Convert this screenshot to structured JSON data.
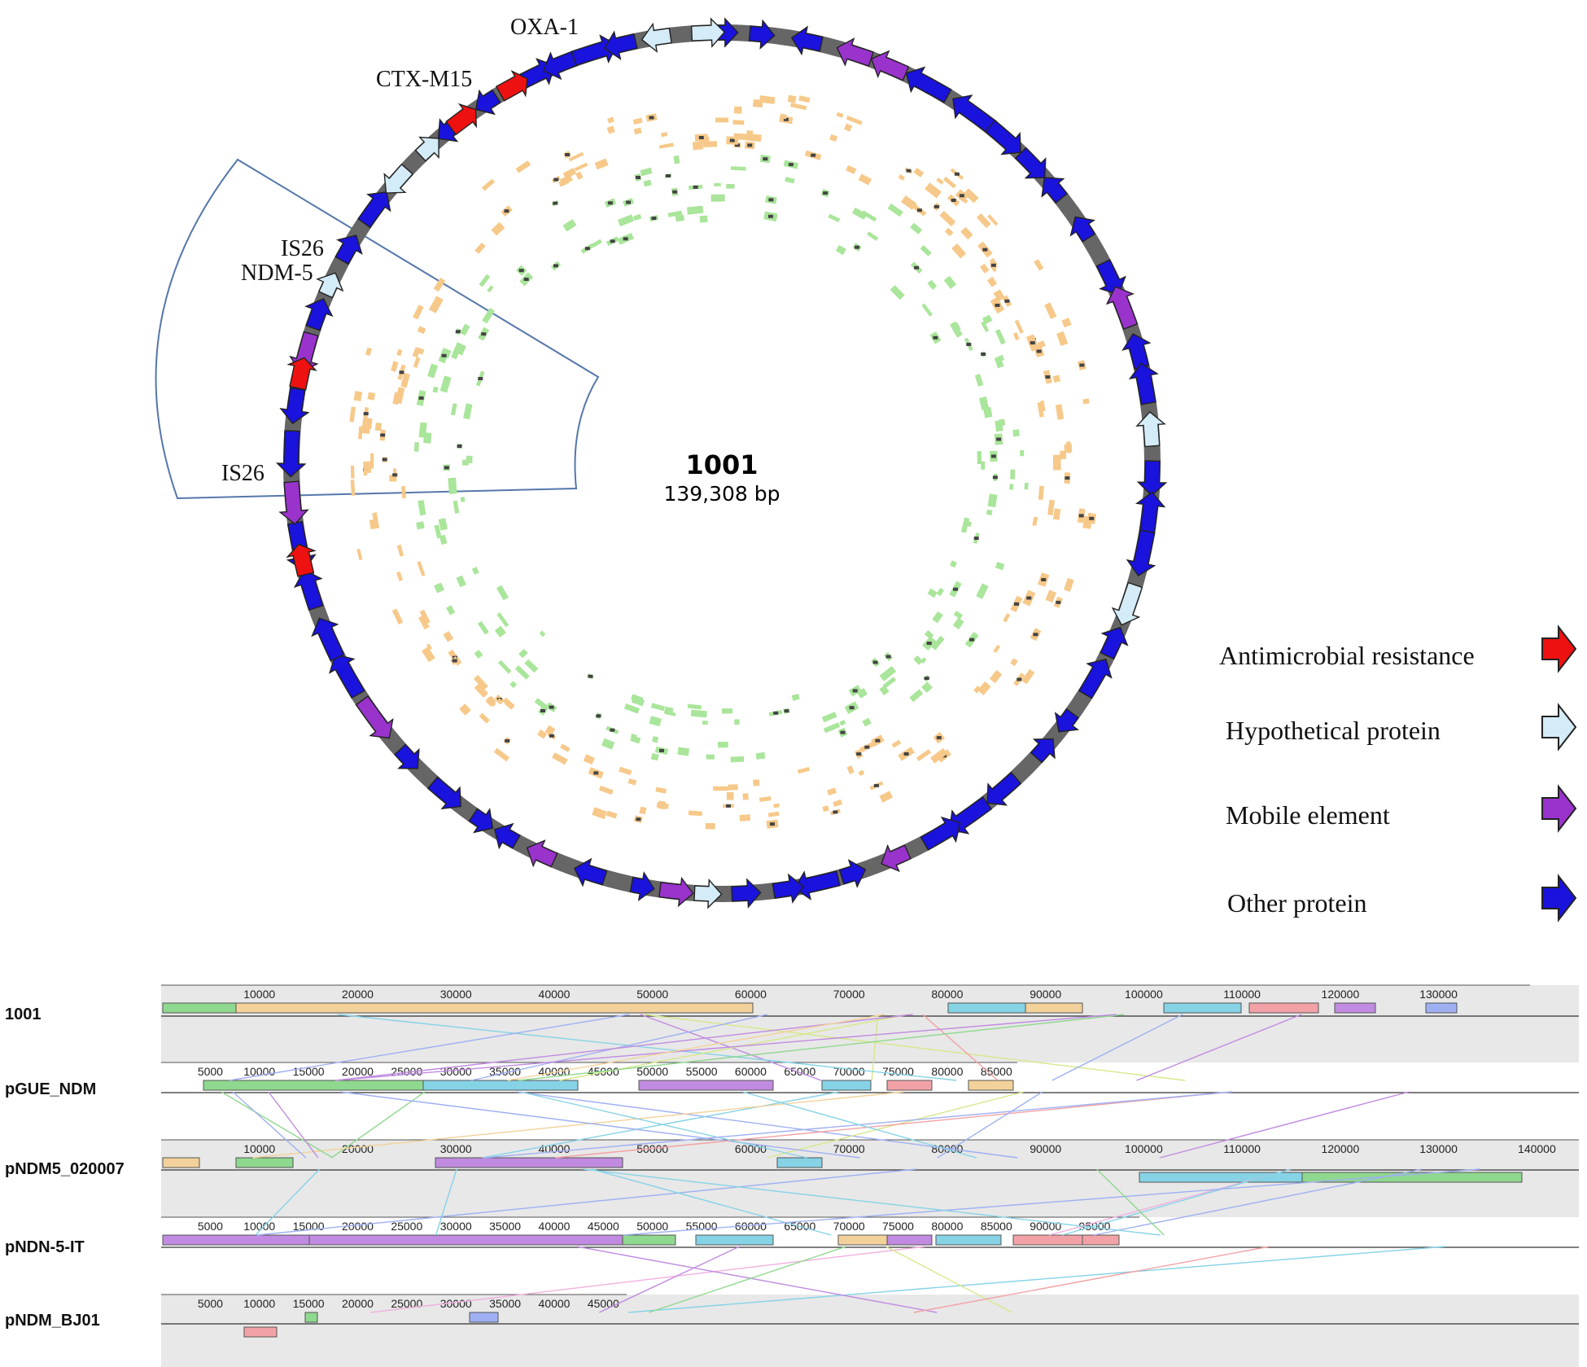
{
  "plasmid_map": {
    "name": "1001",
    "length_label": "139,308 bp",
    "gene_labels": [
      "OXA-1",
      "CTX-M15",
      "IS26",
      "NDM-5",
      "IS26"
    ]
  },
  "legend": {
    "items": [
      {
        "label": "Antimicrobial resistance",
        "color": "#ee1111"
      },
      {
        "label": "Hypothetical protein",
        "color": "#d4ecf7"
      },
      {
        "label": "Mobile element",
        "color": "#9933cc"
      },
      {
        "label": "Other protein",
        "color": "#1a12dd"
      }
    ]
  },
  "alignment": {
    "tracks": [
      {
        "name": "1001",
        "ticks": [
          "10000",
          "20000",
          "30000",
          "40000",
          "50000",
          "60000",
          "70000",
          "80000",
          "90000",
          "100000",
          "110000",
          "120000",
          "130000"
        ]
      },
      {
        "name": "pGUE_NDM",
        "ticks": [
          "5000",
          "10000",
          "15000",
          "20000",
          "25000",
          "30000",
          "35000",
          "40000",
          "45000",
          "50000",
          "55000",
          "60000",
          "65000",
          "70000",
          "75000",
          "80000",
          "85000"
        ]
      },
      {
        "name": "pNDM5_020007",
        "ticks": [
          "10000",
          "20000",
          "30000",
          "40000",
          "50000",
          "60000",
          "70000",
          "80000",
          "90000",
          "100000",
          "110000",
          "120000",
          "130000",
          "140000"
        ]
      },
      {
        "name": "pNDN-5-IT",
        "ticks": [
          "5000",
          "10000",
          "15000",
          "20000",
          "25000",
          "30000",
          "35000",
          "40000",
          "45000",
          "50000",
          "55000",
          "60000",
          "65000",
          "70000",
          "75000",
          "80000",
          "85000",
          "90000",
          "95000"
        ]
      },
      {
        "name": "pNDM_BJ01",
        "ticks": [
          "5000",
          "10000",
          "15000",
          "20000",
          "25000",
          "30000",
          "35000",
          "40000",
          "45000"
        ]
      }
    ]
  }
}
